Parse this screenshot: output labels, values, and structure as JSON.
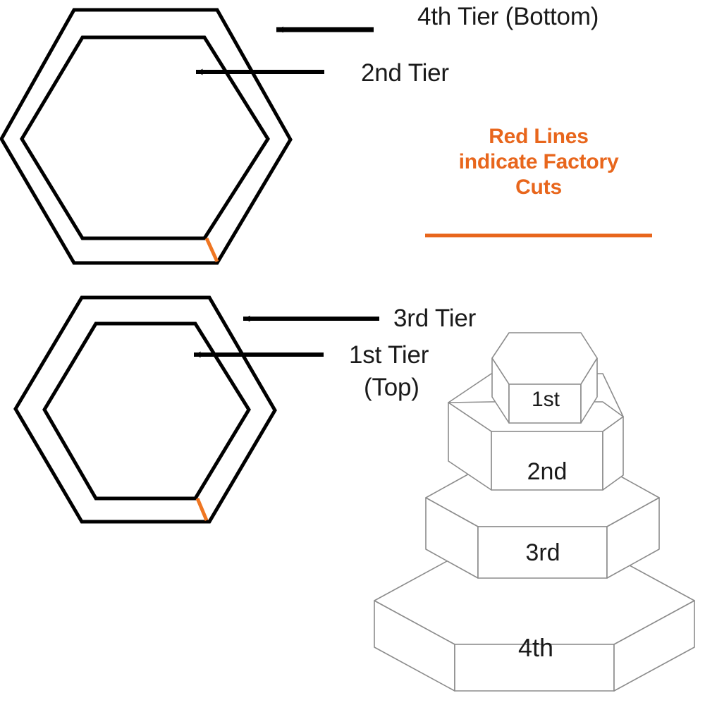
{
  "diagram": {
    "title_note": {
      "line1": "Red Lines",
      "line2": "indicate Factory",
      "line3": "Cuts",
      "color": "#e8661c"
    },
    "colors": {
      "outline": "#000000",
      "cut_line": "#ef7622",
      "note_text": "#e8661c",
      "note_rule": "#e8661c",
      "cake_stroke": "#8c8c8c",
      "text": "#1a1a1a",
      "background": "#ffffff"
    },
    "callouts": [
      {
        "id": "callout-4th",
        "label": "4th Tier (Bottom)",
        "target": "top-hexagon-outer-ring"
      },
      {
        "id": "callout-2nd",
        "label": "2nd Tier",
        "target": "top-hexagon-inner-ring"
      },
      {
        "id": "callout-3rd",
        "label": "3rd Tier",
        "target": "bottom-hexagon-outer-ring"
      },
      {
        "id": "callout-1st",
        "label": "1st Tier\n(Top)",
        "label_line1": "1st Tier",
        "label_line2": "(Top)",
        "target": "bottom-hexagon-inner-ring"
      }
    ],
    "hexagon_templates": [
      {
        "id": "hex-template-top",
        "rings": [
          "4th Tier (Bottom)",
          "2nd Tier"
        ],
        "has_factory_cut": true
      },
      {
        "id": "hex-template-bottom",
        "rings": [
          "3rd Tier",
          "1st Tier (Top)"
        ],
        "has_factory_cut": true
      }
    ],
    "cake": {
      "name": "four-tier-hexagonal-cake",
      "tiers": [
        {
          "label": "1st",
          "position": "top",
          "order": 1
        },
        {
          "label": "2nd",
          "position": "upper-middle",
          "order": 2
        },
        {
          "label": "3rd",
          "position": "lower-middle",
          "order": 3
        },
        {
          "label": "4th",
          "position": "bottom",
          "order": 4
        }
      ]
    }
  }
}
